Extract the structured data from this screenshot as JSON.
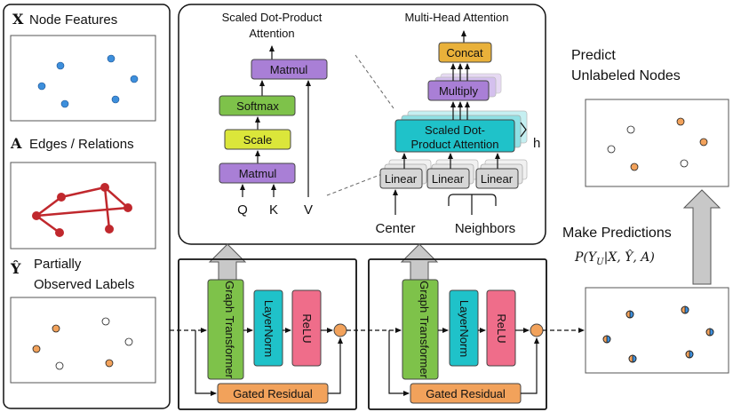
{
  "left": {
    "x_symbol": "X",
    "x_label": "Node Features",
    "a_symbol": "A",
    "a_label": "Edges / Relations",
    "y_symbol": "Ŷ",
    "y_label_1": "Partially",
    "y_label_2": "Observed Labels"
  },
  "attention": {
    "sdpa_title_1": "Scaled Dot-Product",
    "sdpa_title_2": "Attention",
    "matmul_top": "Matmul",
    "softmax": "Softmax",
    "scale": "Scale",
    "matmul_bottom": "Matmul",
    "q": "Q",
    "k": "K",
    "v": "V",
    "mha_title": "Multi-Head Attention",
    "concat": "Concat",
    "multiply": "Multiply",
    "sdpa_box_1": "Scaled Dot-",
    "sdpa_box_2": "Product Attention",
    "h": "h",
    "linear_1": "Linear",
    "linear_2": "Linear",
    "linear_3": "Linear",
    "center": "Center",
    "neighbors": "Neighbors"
  },
  "blocks": [
    {
      "graph_transformer": "Graph Transformer",
      "layer_norm": "LayerNorm",
      "relu": "ReLU",
      "gated_residual": "Gated Residual"
    },
    {
      "graph_transformer": "Graph Transformer",
      "layer_norm": "LayerNorm",
      "relu": "ReLU",
      "gated_residual": "Gated Residual"
    }
  ],
  "right": {
    "predict_1": "Predict",
    "predict_2": "Unlabeled Nodes",
    "make_predictions": "Make Predictions",
    "formula": "P(Y_U | X, Ŷ, A)",
    "formula_display": "P(Y",
    "formula_sub": "U",
    "formula_rest": "|X, Ŷ, A)"
  },
  "colors": {
    "purple": "#a97fd6",
    "green": "#7ec24a",
    "yellow": "#dbe63a",
    "teal": "#1fc2c9",
    "orange": "#f2a25b",
    "gold": "#e9b13a",
    "pink": "#ef6d8a",
    "node_blue": "#3d8fdc",
    "edge_red": "#c0282d",
    "gray_arrow": "#c8c8c8"
  }
}
